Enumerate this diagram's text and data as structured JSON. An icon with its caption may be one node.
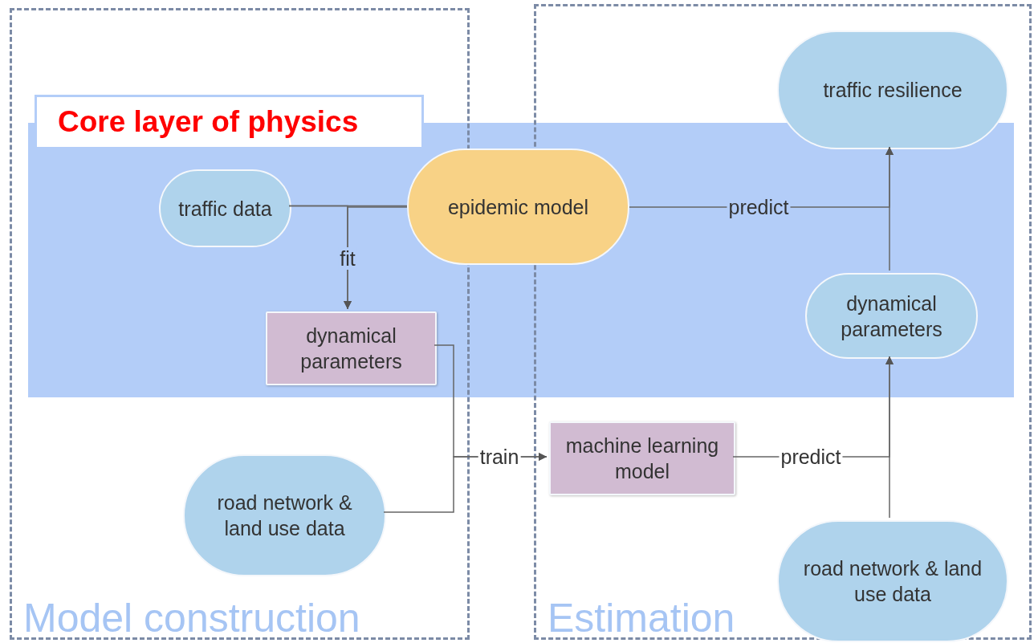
{
  "diagram": {
    "nodes": [
      {
        "text": [
          "Model construction"
        ]
      },
      {
        "text": [
          "Estimation"
        ]
      },
      {
        "text": [
          "Core layer of physics"
        ],
        "in": 0
      },
      {
        "text": [
          "traffic data"
        ],
        "in": 0
      },
      {
        "text": [
          "epidemic model"
        ]
      },
      {
        "text": [
          "dynamical parameters"
        ],
        "in": 0
      },
      {
        "text": [
          "road network & land use data"
        ],
        "in": 0
      },
      {
        "text": [
          "machine learning model"
        ],
        "in": 1
      },
      {
        "text": [
          "traffic resilience"
        ],
        "in": 1
      },
      {
        "text": [
          "dynamical parameters"
        ],
        "in": 1
      },
      {
        "text": [
          "road network & land use data"
        ],
        "in": 1
      }
    ],
    "edges": [
      {
        "from": 3,
        "to": 4,
        "arrow": "none"
      },
      {
        "from": 3,
        "to": 5,
        "arrow": "to",
        "label": "fit"
      },
      {
        "from": 4,
        "to": 5,
        "arrow": "to"
      },
      {
        "from": 5,
        "to": 7,
        "arrow": "to",
        "label": "train"
      },
      {
        "from": 6,
        "to": 7,
        "arrow": "to"
      },
      {
        "from": 4,
        "to": 8,
        "arrow": "to",
        "label": "predict"
      },
      {
        "from": 9,
        "to": 8,
        "arrow": "to"
      },
      {
        "from": 7,
        "to": 9,
        "arrow": "to",
        "label": "predict"
      },
      {
        "from": 10,
        "to": 9,
        "arrow": "to"
      }
    ]
  }
}
